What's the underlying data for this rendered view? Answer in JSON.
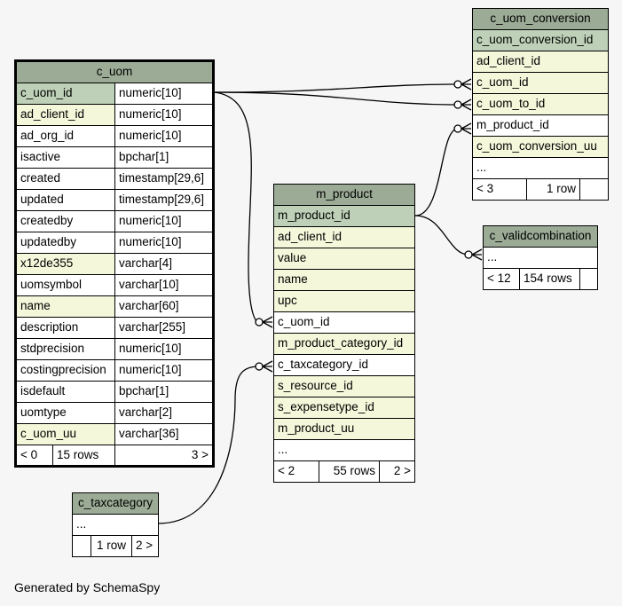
{
  "tables": {
    "c_uom_conversion": {
      "name": "c_uom_conversion",
      "columns": [
        "c_uom_conversion_id",
        "ad_client_id",
        "c_uom_id",
        "c_uom_to_id",
        "m_product_id",
        "c_uom_conversion_uu",
        "..."
      ],
      "footer": [
        "< 3",
        "1 row",
        ""
      ]
    },
    "c_uom": {
      "name": "c_uom",
      "columns": [
        [
          "c_uom_id",
          "numeric[10]"
        ],
        [
          "ad_client_id",
          "numeric[10]"
        ],
        [
          "ad_org_id",
          "numeric[10]"
        ],
        [
          "isactive",
          "bpchar[1]"
        ],
        [
          "created",
          "timestamp[29,6]"
        ],
        [
          "updated",
          "timestamp[29,6]"
        ],
        [
          "createdby",
          "numeric[10]"
        ],
        [
          "updatedby",
          "numeric[10]"
        ],
        [
          "x12de355",
          "varchar[4]"
        ],
        [
          "uomsymbol",
          "varchar[10]"
        ],
        [
          "name",
          "varchar[60]"
        ],
        [
          "description",
          "varchar[255]"
        ],
        [
          "stdprecision",
          "numeric[10]"
        ],
        [
          "costingprecision",
          "numeric[10]"
        ],
        [
          "isdefault",
          "bpchar[1]"
        ],
        [
          "uomtype",
          "varchar[2]"
        ],
        [
          "c_uom_uu",
          "varchar[36]"
        ]
      ],
      "footer": [
        "< 0",
        "15 rows",
        "3 >"
      ]
    },
    "m_product": {
      "name": "m_product",
      "columns": [
        "m_product_id",
        "ad_client_id",
        "value",
        "name",
        "upc",
        "c_uom_id",
        "m_product_category_id",
        "c_taxcategory_id",
        "s_resource_id",
        "s_expensetype_id",
        "m_product_uu",
        "..."
      ],
      "footer": [
        "< 2",
        "55 rows",
        "2 >"
      ]
    },
    "c_validcombination": {
      "name": "c_validcombination",
      "columns": [
        "..."
      ],
      "footer": [
        "< 12",
        "154 rows",
        ""
      ]
    },
    "c_taxcategory": {
      "name": "c_taxcategory",
      "columns": [
        "..."
      ],
      "footer": [
        "",
        "1 row",
        "2 >"
      ]
    }
  },
  "footer_text": "Generated by SchemaSpy",
  "colors": {
    "background": "#f6f6f6",
    "header": "#9bab96",
    "primary_key": "#bed1b8",
    "indexed": "#f4f7da",
    "plain": "#ffffff"
  }
}
